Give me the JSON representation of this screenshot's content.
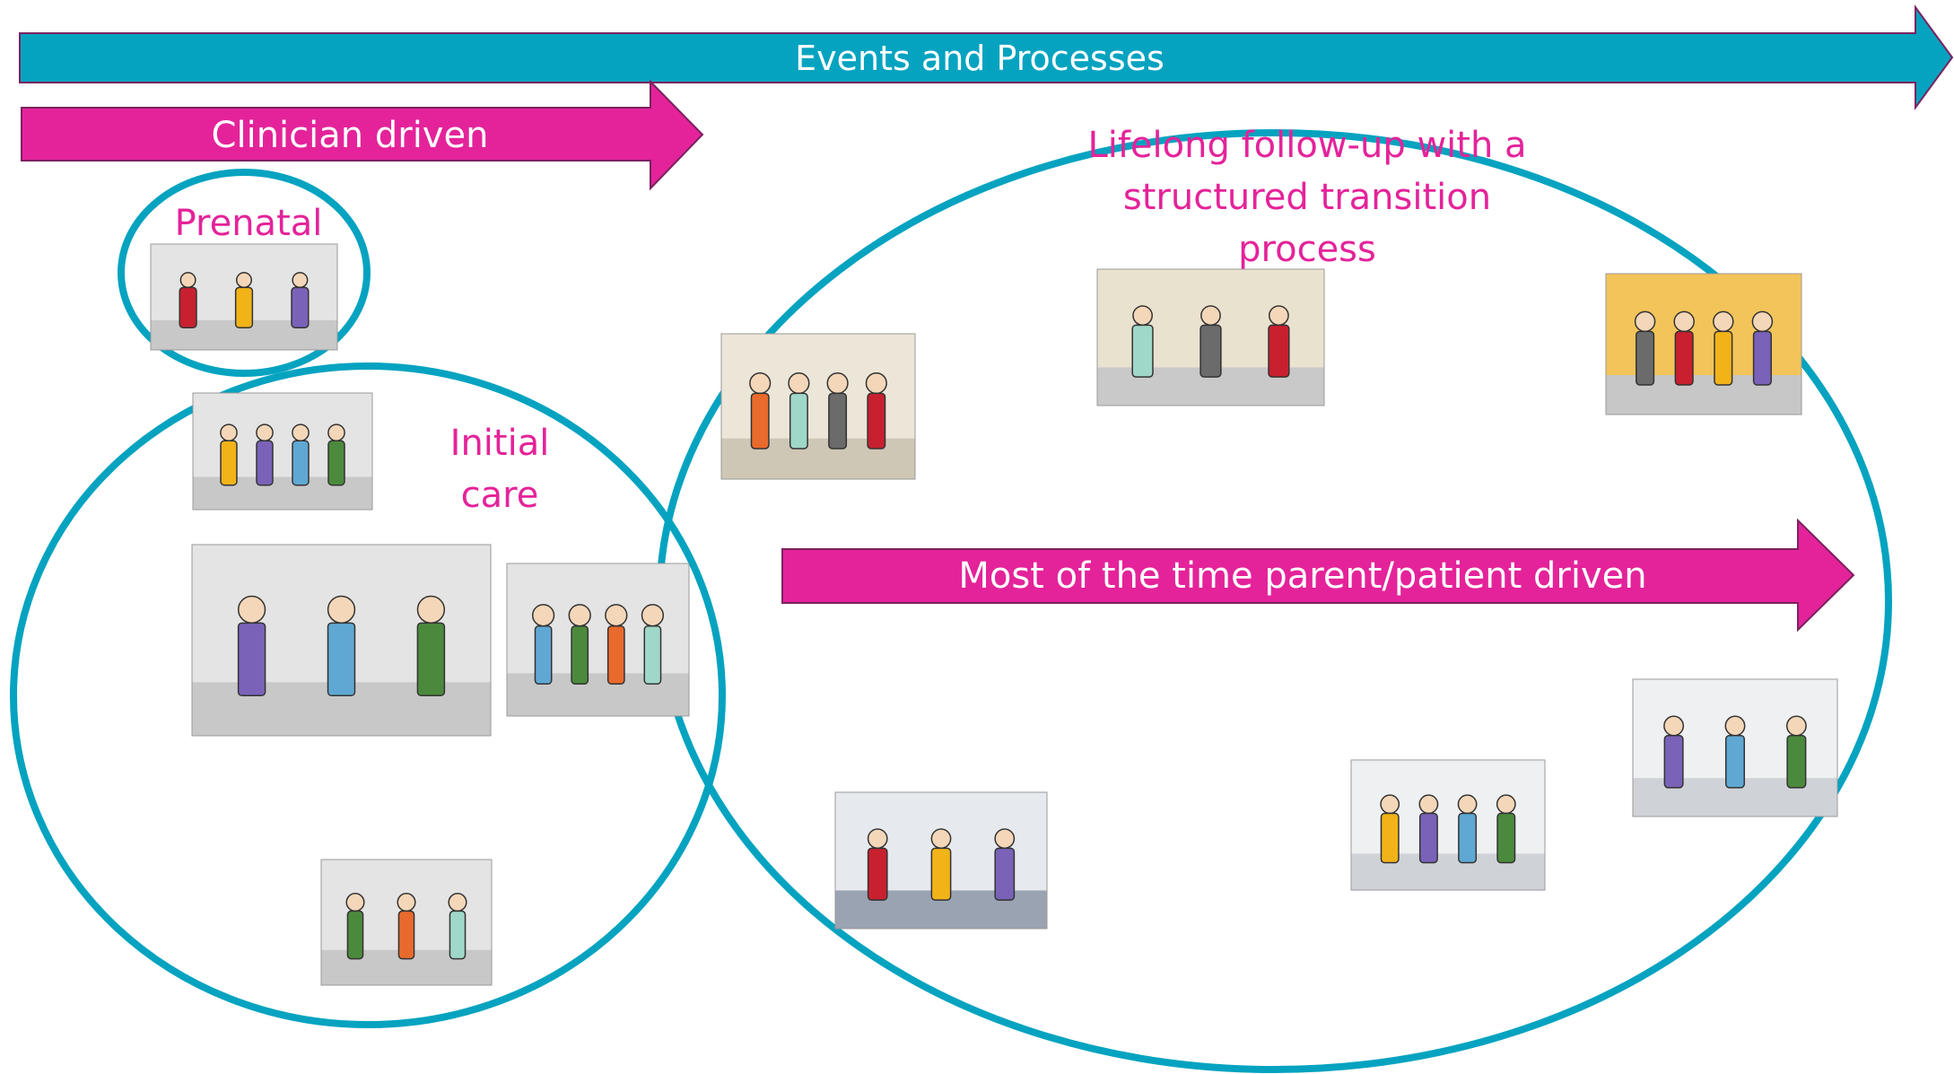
{
  "arrows": {
    "events": "Events and Processes",
    "clinician": "Clinician driven",
    "parent": "Most of the time parent/patient driven"
  },
  "phases": {
    "prenatal": "Prenatal",
    "initial_line1": "Initial",
    "initial_line2": "care",
    "lifelong_line1": "Lifelong follow-up with a",
    "lifelong_line2": "structured transition",
    "lifelong_line3": "process"
  },
  "images": [
    {
      "name": "ultrasound-scene-illustration",
      "scene": "hospital"
    },
    {
      "name": "newborn-cot-scene-illustration",
      "scene": "hospital"
    },
    {
      "name": "operating-room-door-scene-illustration",
      "scene": "hospital"
    },
    {
      "name": "parent-education-scene-illustration",
      "scene": "hospital"
    },
    {
      "name": "nicu-scene-illustration",
      "scene": "hospital"
    },
    {
      "name": "home-baby-stroller-scene-illustration",
      "scene": "home"
    },
    {
      "name": "exercise-test-scene-illustration",
      "scene": "clinic"
    },
    {
      "name": "teleconsultation-scene-illustration",
      "scene": "office"
    },
    {
      "name": "shared-meal-scene-illustration",
      "scene": "social"
    },
    {
      "name": "hospital-city-walk-scene-illustration",
      "scene": "city"
    },
    {
      "name": "market-shopping-scene-illustration",
      "scene": "city"
    }
  ],
  "colors": {
    "teal": "#05A3C0",
    "magenta": "#E4239A",
    "arrow_border": "#7B2160"
  }
}
